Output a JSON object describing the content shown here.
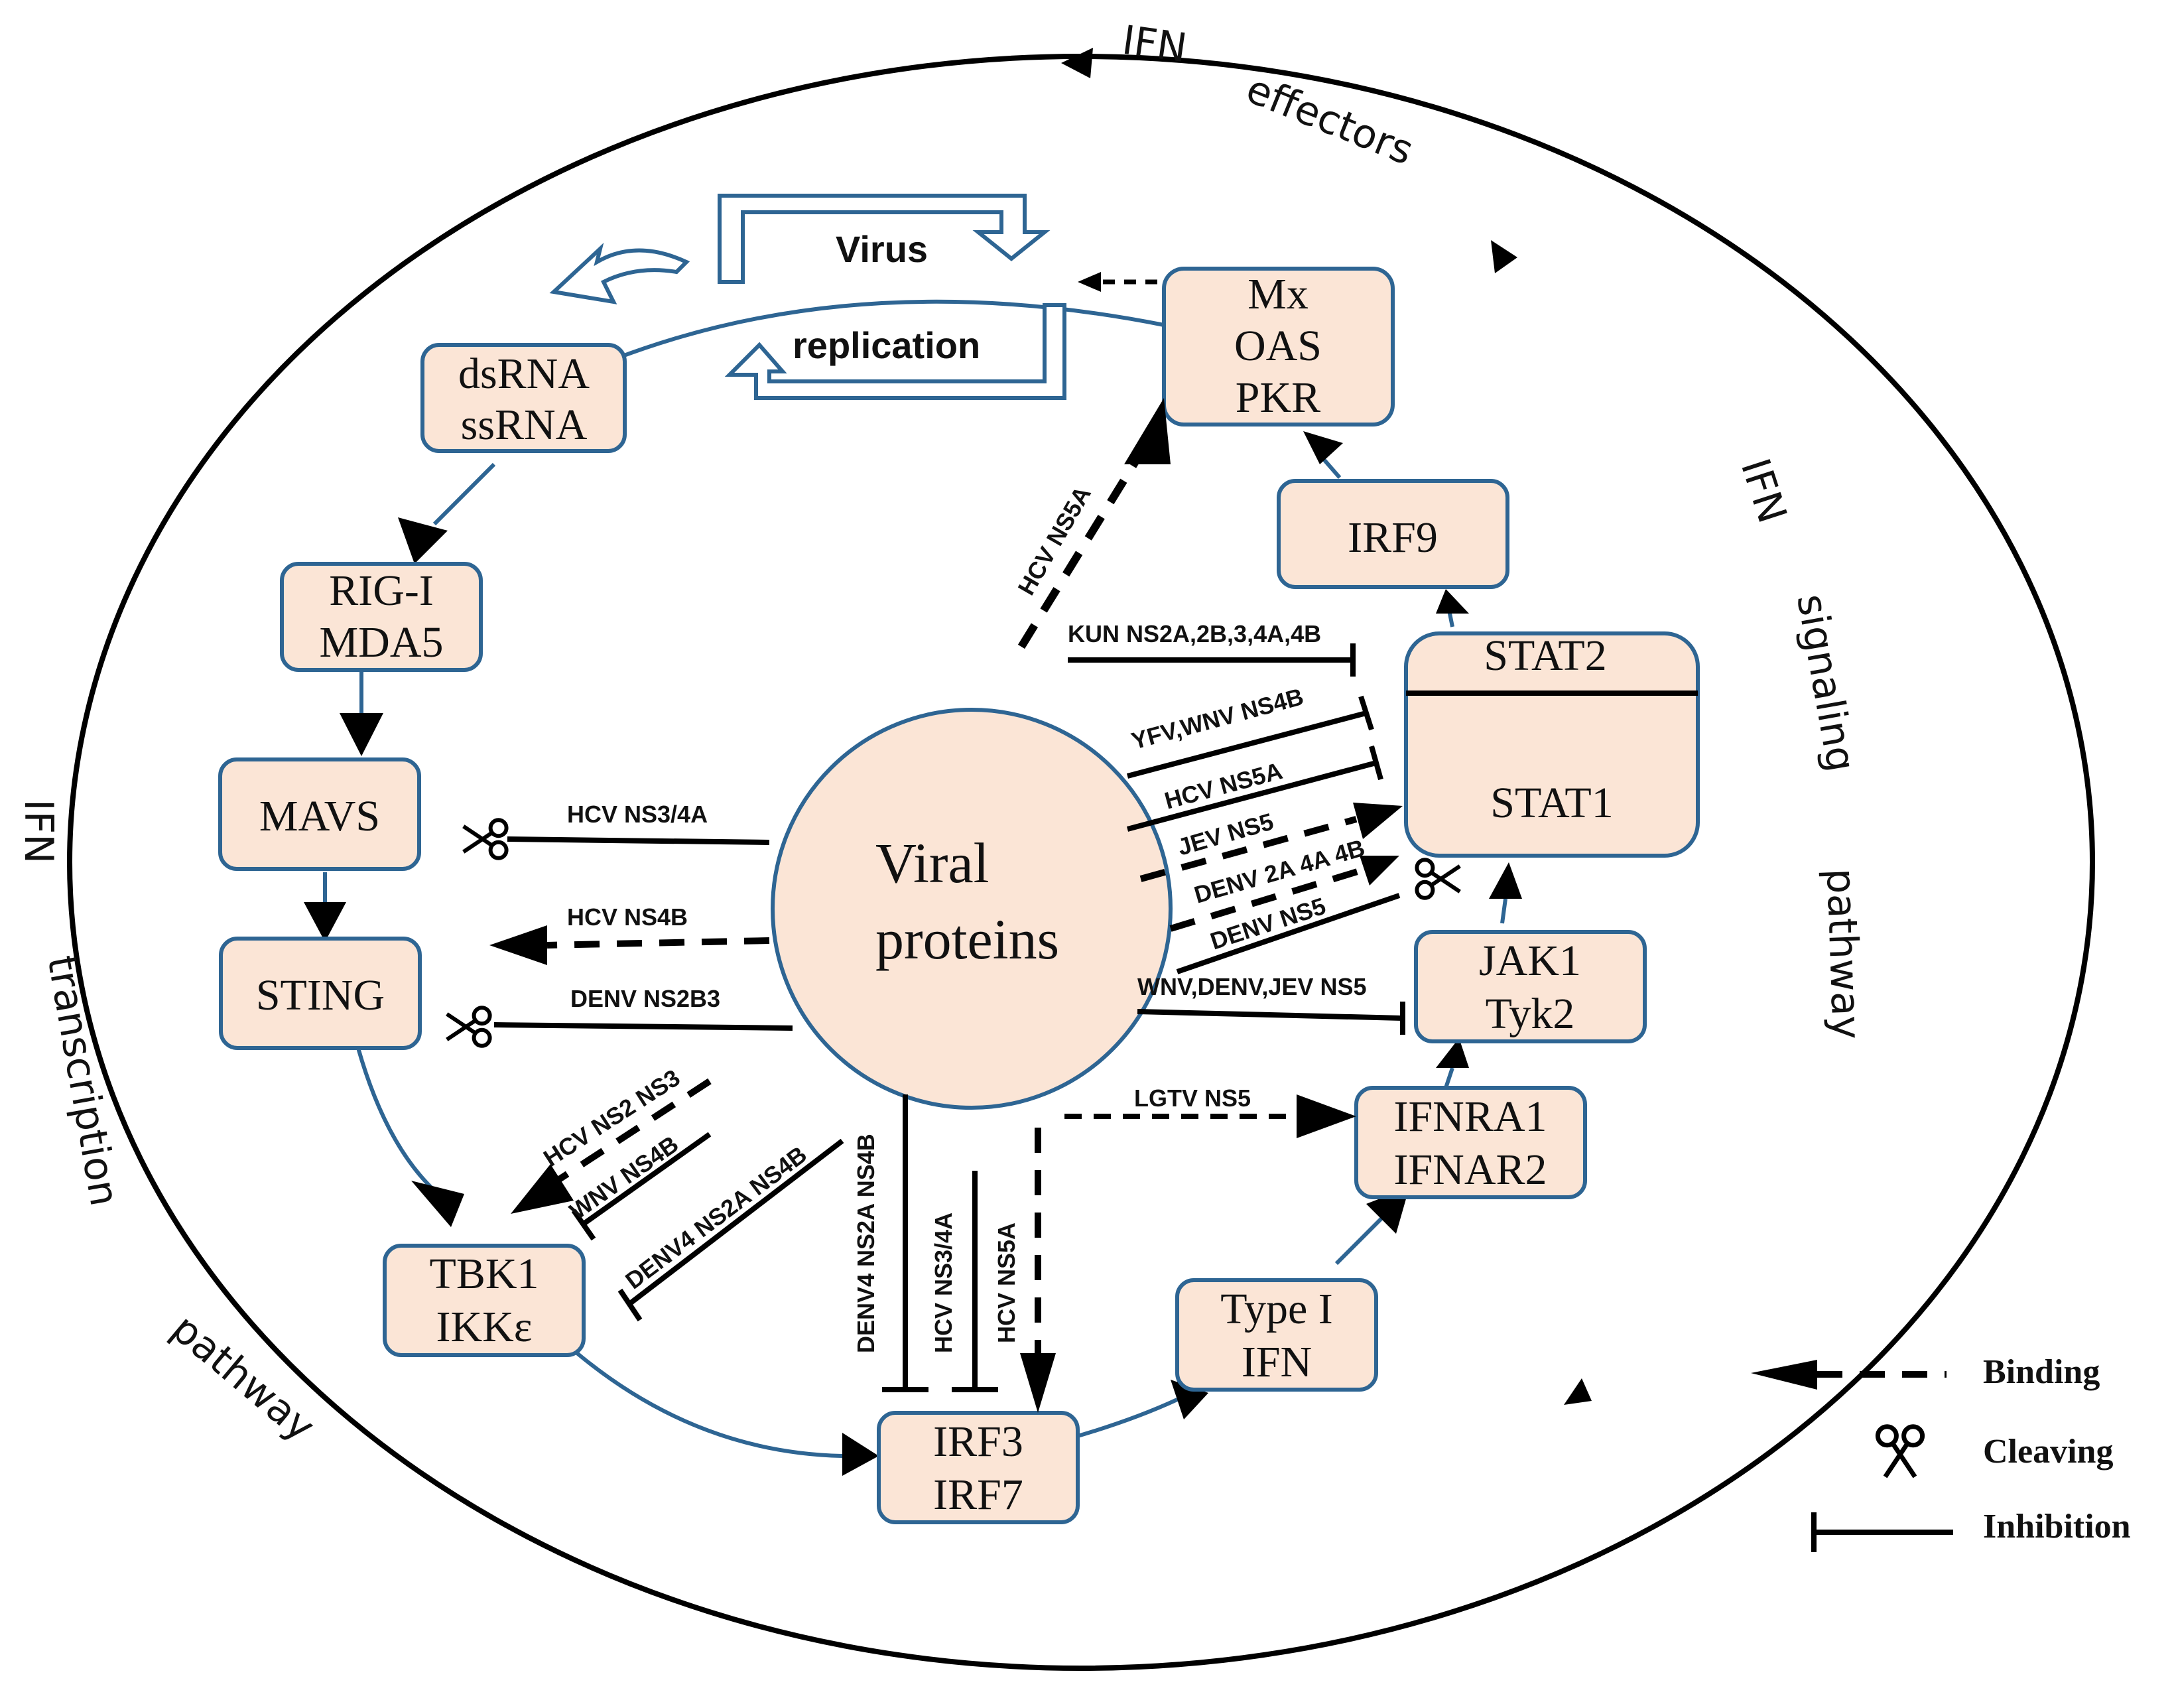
{
  "outer_ring": {
    "labels": [
      "IFN",
      "effectors",
      "IFN",
      "signaling",
      "pathway",
      "IFN",
      "transcription",
      "pathway"
    ]
  },
  "virus_replication": {
    "line1": "Virus",
    "line2": "replication"
  },
  "center": {
    "line1": "Viral",
    "line2": "proteins"
  },
  "nodes": {
    "rna": [
      "dsRNA",
      "ssRNA"
    ],
    "rig": [
      "RIG-I",
      "MDA5"
    ],
    "mavs": [
      "MAVS"
    ],
    "sting": [
      "STING"
    ],
    "tbk": [
      "TBK1",
      "IKKε"
    ],
    "irf37": [
      "IRF3",
      "IRF7"
    ],
    "typei": [
      "Type I",
      "IFN"
    ],
    "ifnar": [
      "IFNRA1",
      "IFNAR2"
    ],
    "jak": [
      "JAK1",
      "Tyk2"
    ],
    "stat": [
      "STAT2",
      "STAT1"
    ],
    "irf9": [
      "IRF9"
    ],
    "mx": [
      "Mx",
      "OAS",
      "PKR"
    ]
  },
  "interaction_labels": {
    "hcv_ns5a_mx": "HCV  NS5A",
    "kun": "KUN  NS2A,2B,3,4A,4B",
    "yfv": "YFV,WNV NS4B",
    "hcv_ns5a_stat": "HCV  NS5A",
    "jev": "JEV  NS5",
    "denv2a": "DENV 2A 4A 4B",
    "denv_ns5": "DENV NS5",
    "wnv_jak": "WNV,DENV,JEV  NS5",
    "hcv_ns34a_mavs": "HCV   NS3/4A",
    "hcv_ns4b_sting": "HCV   NS4B",
    "denv_ns2b3": "DENV NS2B3",
    "hcv_ns2ns3": "HCV  NS2 NS3",
    "wnv_ns4b": "WNV  NS4B",
    "denv4_tbk": "DENV4   NS2A  NS4B",
    "denv4_irf": "DENV4   NS2A  NS4B",
    "hcv_ns34a_irf": "HCV  NS3/4A",
    "hcv_ns5a_irf": "HCV  NS5A",
    "lgtv": "LGTV  NS5"
  },
  "legend": {
    "binding": "Binding",
    "cleaving": "Cleaving",
    "inhibition": "Inhibition"
  }
}
